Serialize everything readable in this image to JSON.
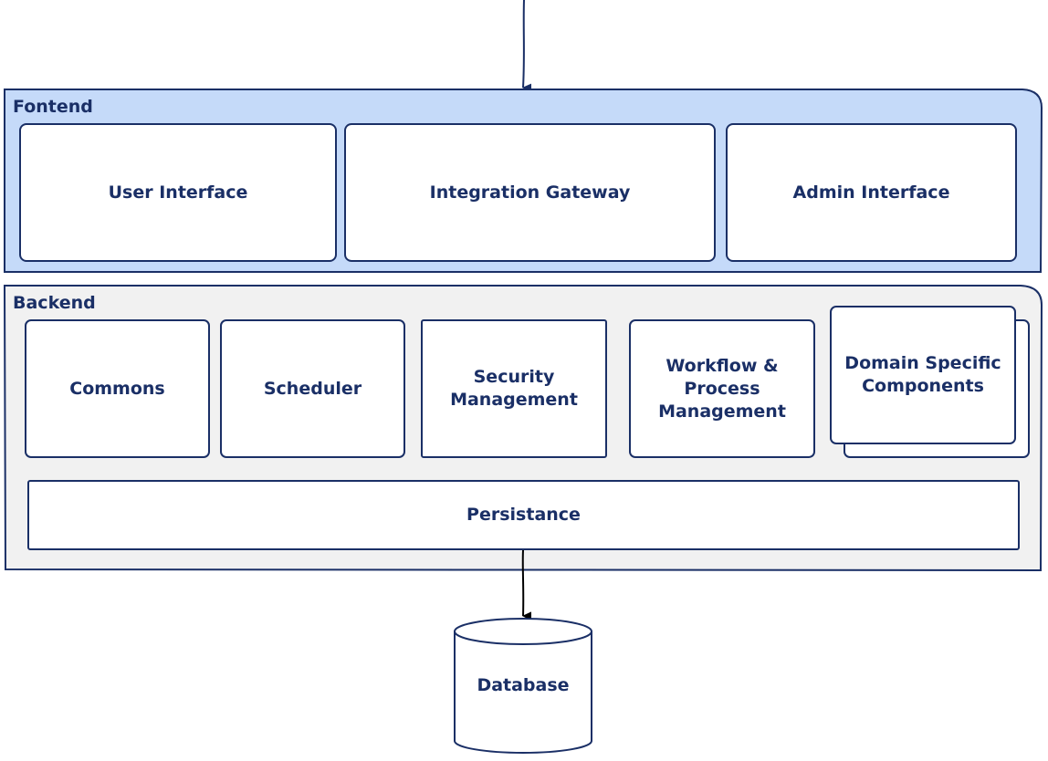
{
  "colors": {
    "stroke": "#1a2f66",
    "text": "#1a2f66",
    "frontend_fill": "#c5daf9",
    "backend_fill": "#f1f1f1",
    "box_fill": "#ffffff"
  },
  "frontend": {
    "label": "Fontend",
    "components": [
      {
        "label": "User Interface"
      },
      {
        "label": "Integration Gateway"
      },
      {
        "label": "Admin Interface"
      }
    ]
  },
  "backend": {
    "label": "Backend",
    "components": [
      {
        "label": "Commons"
      },
      {
        "label": "Scheduler"
      },
      {
        "label": "Security\nManagement"
      },
      {
        "label": "Workflow &\nProcess\nManagement"
      },
      {
        "label": "Domain Specific\nComponents"
      }
    ],
    "persistence": {
      "label": "Persistance"
    }
  },
  "database": {
    "label": "Database"
  }
}
